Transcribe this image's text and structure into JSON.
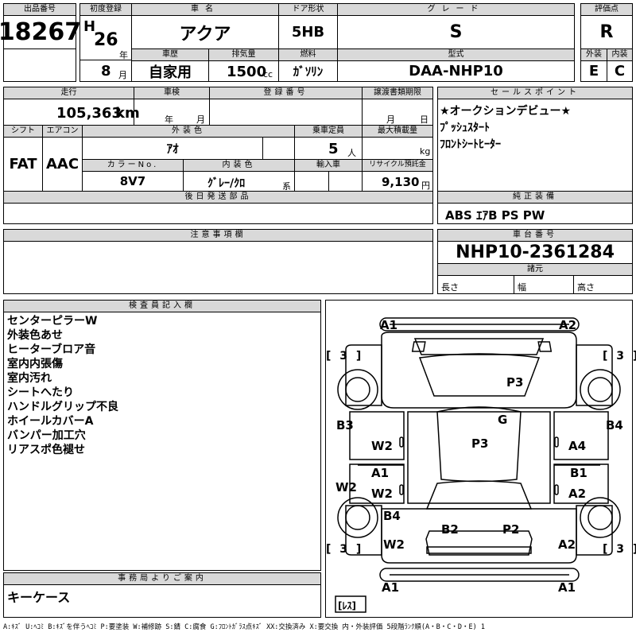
{
  "header": {
    "lot_no": {
      "label": "出品番号",
      "value": "18267"
    },
    "first_reg": {
      "label": "初度登録",
      "era": "H",
      "year": "26",
      "year_unit": "年",
      "month": "8",
      "month_unit": "月"
    },
    "car_name": {
      "label": "車名",
      "value": "アクア"
    },
    "door": {
      "label": "ドア形状",
      "value": "5HB"
    },
    "grade": {
      "label": "グレード",
      "value": "S"
    },
    "score": {
      "label": "評価点",
      "value": "R"
    },
    "history": {
      "label": "車歴",
      "value": "自家用"
    },
    "displacement": {
      "label": "排気量",
      "value": "1500",
      "unit": "cc"
    },
    "fuel": {
      "label": "燃料",
      "value": "ｶﾞｿﾘﾝ"
    },
    "model": {
      "label": "型式",
      "value": "DAA-NHP10"
    },
    "exterior": {
      "label": "外装",
      "value": "E"
    },
    "interior": {
      "label": "内装",
      "value": "C"
    }
  },
  "row2": {
    "mileage": {
      "label": "走行",
      "value": "105,363",
      "unit": "km"
    },
    "inspection": {
      "label": "車検",
      "year_unit": "年",
      "month_unit": "月"
    },
    "reg_no": {
      "label": "登録番号"
    },
    "transfer": {
      "label": "譲渡書類期限",
      "month_unit": "月",
      "day_unit": "日"
    },
    "shift": {
      "label": "シフト",
      "value": "FAT"
    },
    "aircon": {
      "label": "エアコン",
      "value": "AAC"
    },
    "color": {
      "label": "外装色",
      "value": "ｱｵ"
    },
    "capacity": {
      "label": "乗車定員",
      "value": "5",
      "unit": "人"
    },
    "max_load": {
      "label": "最大積載量",
      "unit": "kg"
    },
    "color_no": {
      "label": "カラーNo.",
      "value": "8V7"
    },
    "int_color": {
      "label": "内装色",
      "value": "ｸﾞﾚｰ/ｸﾛ",
      "unit": "系"
    },
    "import": {
      "label": "輸入車"
    },
    "recycle": {
      "label": "リサイクル預託金",
      "value": "9,130",
      "unit": "円"
    },
    "later_parts": {
      "label": "後日発送部品"
    },
    "notes": {
      "label": "注意事項欄"
    }
  },
  "sales_point": {
    "label": "セールスポイント",
    "items": [
      "★オークションデビュー★",
      "ﾌﾟｯｼｭｽﾀｰﾄ",
      "ﾌﾛﾝﾄｼｰﾄﾋｰﾀｰ"
    ]
  },
  "equipment": {
    "label": "純正装備",
    "value": "ABS ｴｱB PS PW"
  },
  "chassis": {
    "label": "車台番号",
    "value": "NHP10-2361284"
  },
  "specs": {
    "label": "諸元",
    "length": "長さ",
    "width": "幅",
    "height": "高さ"
  },
  "inspector": {
    "label": "検査員記入欄",
    "items": [
      "センターピラーW",
      "外装色あせ",
      "ヒーターブロア音",
      "室内内張傷",
      "室内汚れ",
      "シートへたり",
      "ハンドルグリップ不良",
      "ホイールカバーA",
      "バンパー加工穴",
      "リアスポ色褪せ"
    ]
  },
  "office": {
    "label": "事務局よりご案内",
    "value": "キーケース"
  },
  "diagram": {
    "marks": [
      "A1",
      "A2",
      "P3",
      "G",
      "B3",
      "B4",
      "W2",
      "P3",
      "A4",
      "A1",
      "B1",
      "W2",
      "W2",
      "A2",
      "B4",
      "B2",
      "P2",
      "W2",
      "A2",
      "A1",
      "A1"
    ],
    "brackets": [
      "[ 3 ]",
      "[ 3 ]",
      "[ 3 ]",
      "[ 3 ]"
    ],
    "res": "[ﾚｽ]"
  },
  "legend": "A:ｷｽﾞ U:ﾍｺﾐ B:ｷｽﾞを伴うﾍｺﾐ P:要塗装 W:補修跡 S:錆 C:腐食 G:ﾌﾛﾝﾄｶﾞﾗｽ点ｷｽﾞ XX:交換済み X:要交換 内・外装評価 5段階ﾗﾝｸ順(A・B・C・D・E) 1"
}
